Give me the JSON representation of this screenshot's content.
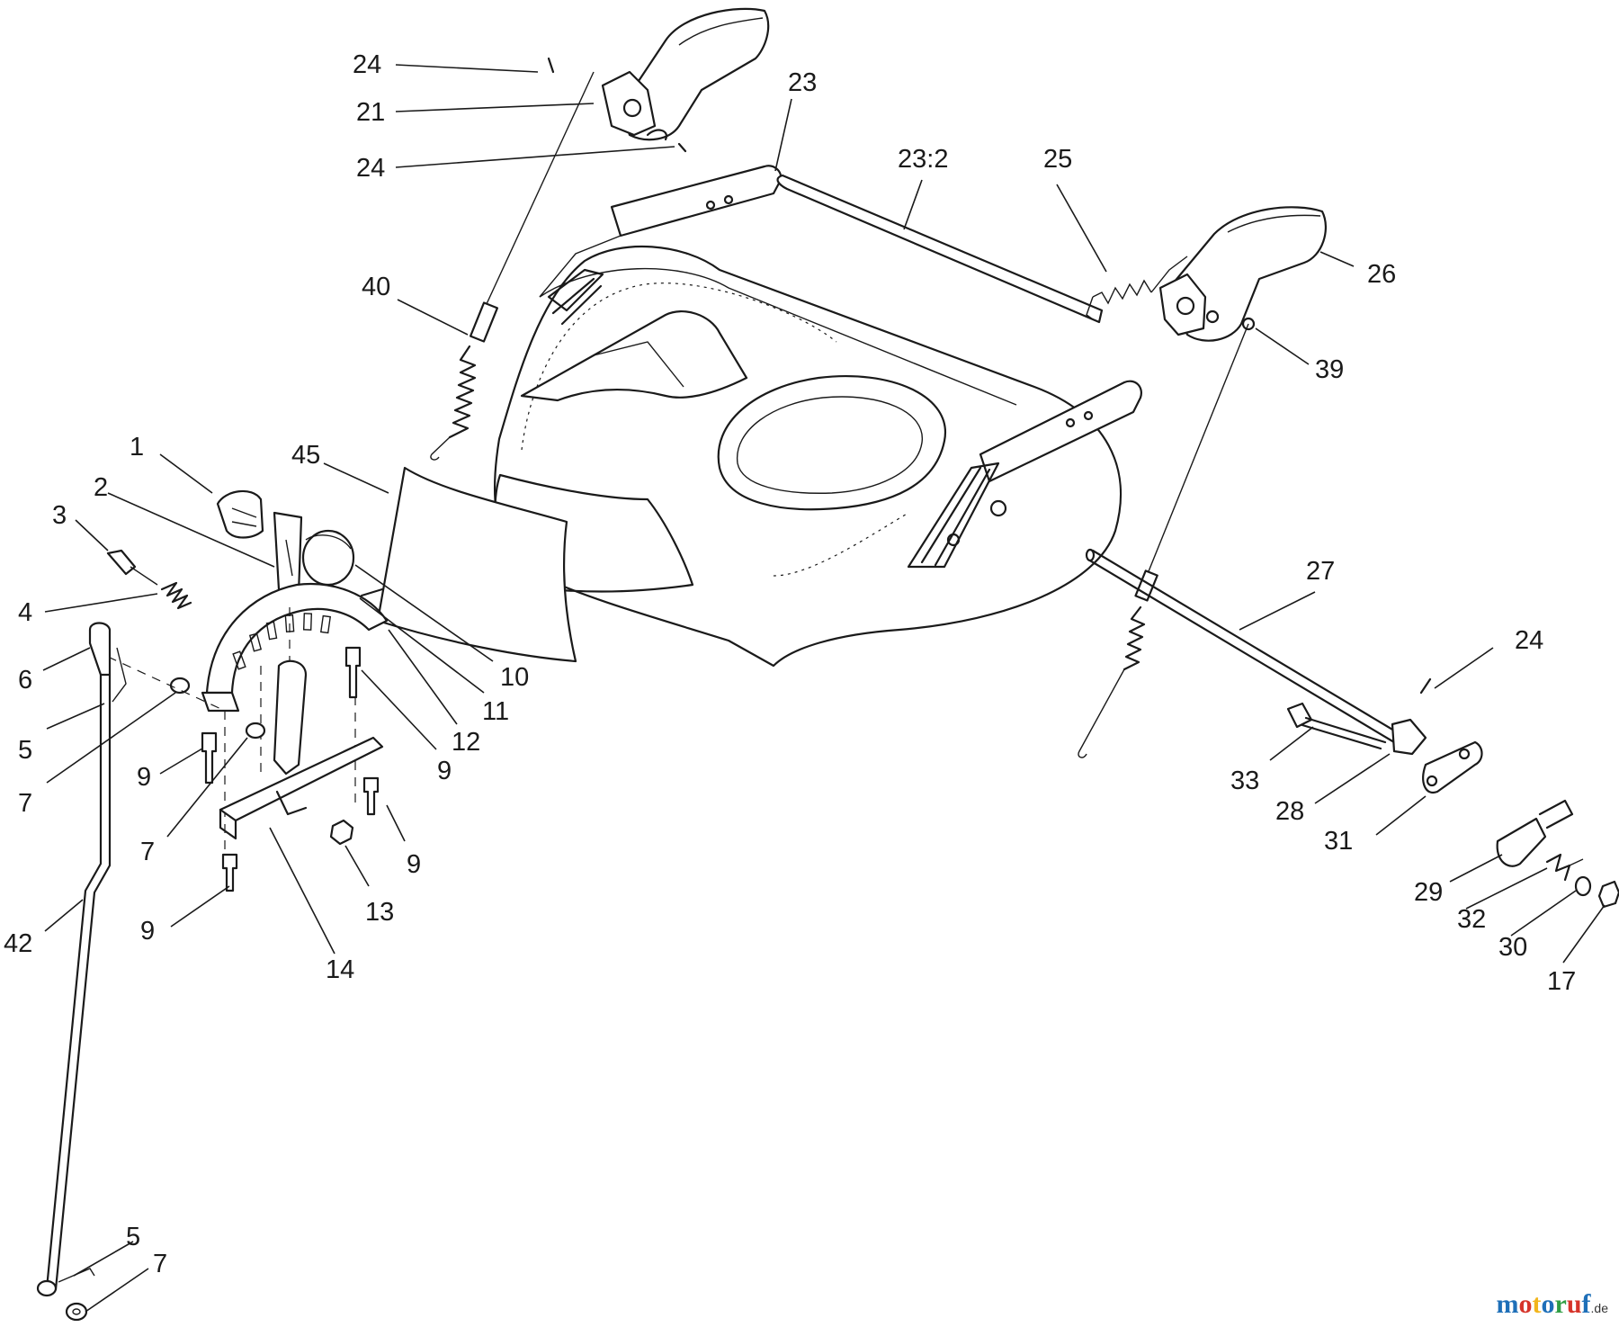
{
  "callouts": {
    "c24a": "24",
    "c21": "21",
    "c24b": "24",
    "c23": "23",
    "c23_2": "23:2",
    "c25": "25",
    "c26": "26",
    "c39": "39",
    "c40": "40",
    "c45": "45",
    "c1": "1",
    "c2": "2",
    "c3": "3",
    "c4": "4",
    "c6": "6",
    "c5a": "5",
    "c7a": "7",
    "c9a": "9",
    "c7b": "7",
    "c10": "10",
    "c11": "11",
    "c12": "12",
    "c9b": "9",
    "c9c": "9",
    "c13": "13",
    "c9d": "9",
    "c14": "14",
    "c42": "42",
    "c5b": "5",
    "c7c": "7",
    "c27": "27",
    "c24c": "24",
    "c33": "33",
    "c28": "28",
    "c31": "31",
    "c29": "29",
    "c32": "32",
    "c30": "30",
    "c17": "17"
  },
  "watermark": {
    "text": "motoruf",
    "suffix": ".de",
    "colors": [
      "#1e6fb8",
      "#d6342a",
      "#f2b51c",
      "#1e6fb8",
      "#2f9e44",
      "#d6342a",
      "#1e6fb8"
    ]
  }
}
